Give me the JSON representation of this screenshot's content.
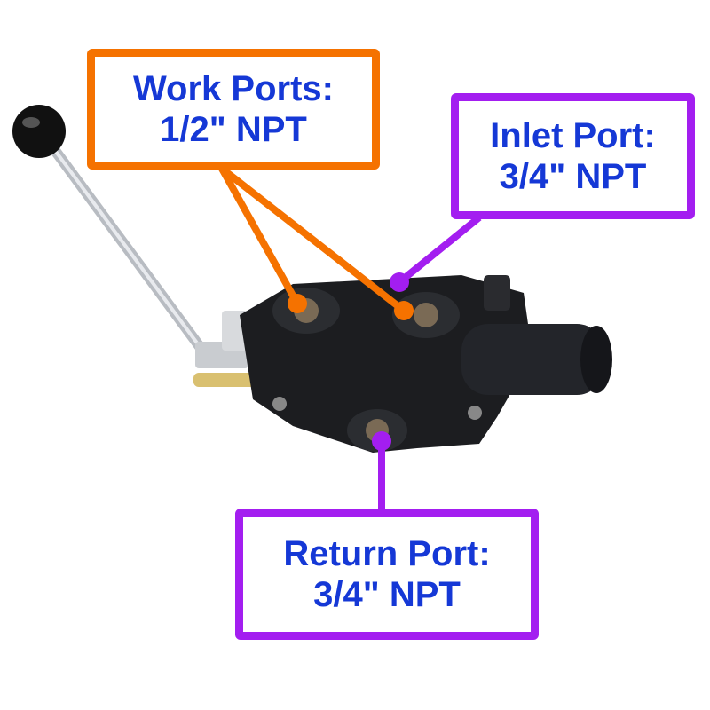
{
  "labels": {
    "work_ports": {
      "title": "Work Ports:",
      "value": "1/2\" NPT"
    },
    "inlet_port": {
      "title": "Inlet Port:",
      "value": "3/4\" NPT"
    },
    "return_port": {
      "title": "Return Port:",
      "value": "3/4\" NPT"
    }
  },
  "colors": {
    "work": "#f57200",
    "ports": "#a31ef0",
    "text": "#1538d6"
  }
}
